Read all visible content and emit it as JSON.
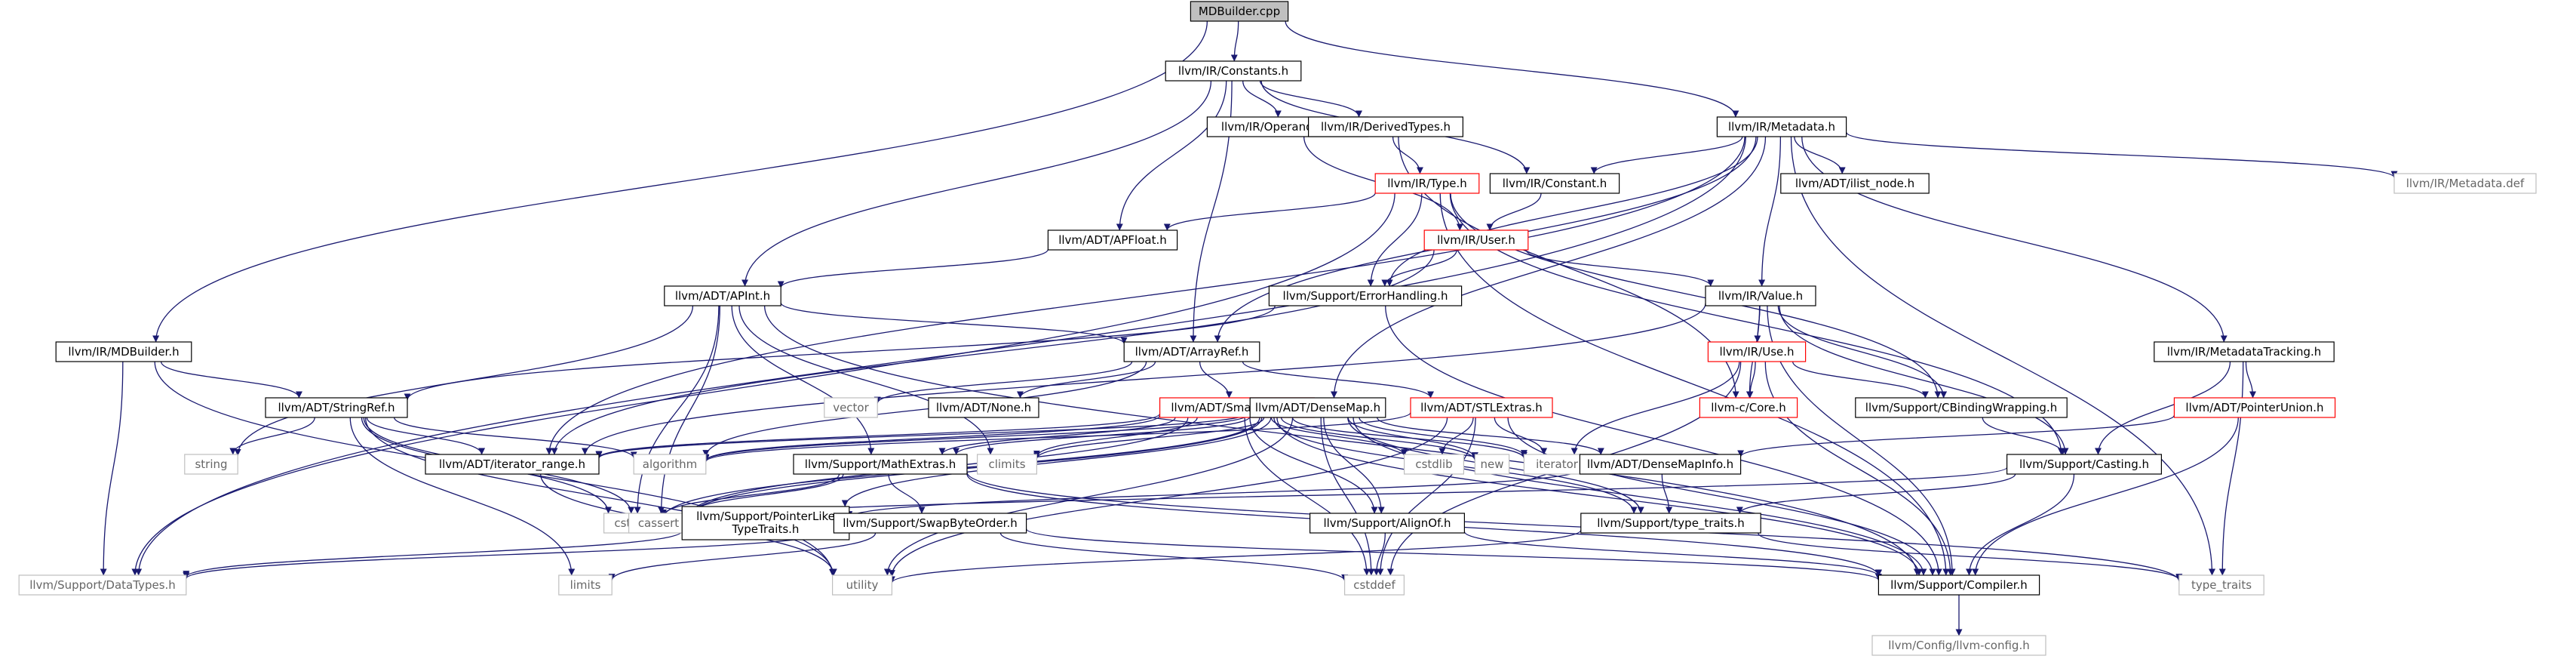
{
  "colors": {
    "edge": "#191970",
    "root_fill": "#bfbfbf",
    "internal_border": "#000000",
    "truncated_border": "#ff0000",
    "system_border": "#bfbfbf",
    "system_text": "#666666"
  },
  "nodes": [
    {
      "id": "mdbuilder_cpp",
      "label": "MDBuilder.cpp",
      "kind": "root"
    },
    {
      "id": "constants_h",
      "label": "llvm/IR/Constants.h",
      "kind": "internal"
    },
    {
      "id": "mdbuilder_h",
      "label": "llvm/IR/MDBuilder.h",
      "kind": "internal"
    },
    {
      "id": "metadata_h",
      "label": "llvm/IR/Metadata.h",
      "kind": "internal"
    },
    {
      "id": "operandtraits_h",
      "label": "llvm/IR/OperandTraits.h",
      "kind": "internal"
    },
    {
      "id": "derivedtypes_h",
      "label": "llvm/IR/DerivedTypes.h",
      "kind": "internal"
    },
    {
      "id": "type_h",
      "label": "llvm/IR/Type.h",
      "kind": "truncated"
    },
    {
      "id": "constant_h",
      "label": "llvm/IR/Constant.h",
      "kind": "internal"
    },
    {
      "id": "ilist_node_h",
      "label": "llvm/ADT/ilist_node.h",
      "kind": "internal"
    },
    {
      "id": "metadata_def",
      "label": "llvm/IR/Metadata.def",
      "kind": "system"
    },
    {
      "id": "apfloat_h",
      "label": "llvm/ADT/APFloat.h",
      "kind": "internal"
    },
    {
      "id": "user_h",
      "label": "llvm/IR/User.h",
      "kind": "truncated"
    },
    {
      "id": "apint_h",
      "label": "llvm/ADT/APInt.h",
      "kind": "internal"
    },
    {
      "id": "errorhandling_h",
      "label": "llvm/Support/ErrorHandling.h",
      "kind": "internal"
    },
    {
      "id": "value_h",
      "label": "llvm/IR/Value.h",
      "kind": "internal"
    },
    {
      "id": "arrayref_h",
      "label": "llvm/ADT/ArrayRef.h",
      "kind": "internal"
    },
    {
      "id": "metadatatracking_h",
      "label": "llvm/IR/MetadataTracking.h",
      "kind": "internal"
    },
    {
      "id": "use_h",
      "label": "llvm/IR/Use.h",
      "kind": "truncated"
    },
    {
      "id": "stringref_h",
      "label": "llvm/ADT/StringRef.h",
      "kind": "internal"
    },
    {
      "id": "vector",
      "label": "vector",
      "kind": "system"
    },
    {
      "id": "none_h",
      "label": "llvm/ADT/None.h",
      "kind": "internal"
    },
    {
      "id": "smallvector_h",
      "label": "llvm/ADT/SmallVector.h",
      "kind": "truncated"
    },
    {
      "id": "densemap_h",
      "label": "llvm/ADT/DenseMap.h",
      "kind": "internal"
    },
    {
      "id": "stlextras_h",
      "label": "llvm/ADT/STLExtras.h",
      "kind": "truncated"
    },
    {
      "id": "core_h",
      "label": "llvm-c/Core.h",
      "kind": "truncated"
    },
    {
      "id": "cbindingwrapping_h",
      "label": "llvm/Support/CBindingWrapping.h",
      "kind": "internal"
    },
    {
      "id": "pointerunion_h",
      "label": "llvm/ADT/PointerUnion.h",
      "kind": "truncated"
    },
    {
      "id": "string",
      "label": "string",
      "kind": "system"
    },
    {
      "id": "iterator_range_h",
      "label": "llvm/ADT/iterator_range.h",
      "kind": "internal"
    },
    {
      "id": "algorithm",
      "label": "algorithm",
      "kind": "system"
    },
    {
      "id": "climits",
      "label": "climits",
      "kind": "system"
    },
    {
      "id": "mathextras_h",
      "label": "llvm/Support/MathExtras.h",
      "kind": "internal"
    },
    {
      "id": "cstdlib",
      "label": "cstdlib",
      "kind": "system"
    },
    {
      "id": "new",
      "label": "new",
      "kind": "system"
    },
    {
      "id": "iterator",
      "label": "iterator",
      "kind": "system"
    },
    {
      "id": "densemapinfo_h",
      "label": "llvm/ADT/DenseMapInfo.h",
      "kind": "internal"
    },
    {
      "id": "casting_h",
      "label": "llvm/Support/Casting.h",
      "kind": "internal"
    },
    {
      "id": "cstring",
      "label": "cstring",
      "kind": "system"
    },
    {
      "id": "cassert",
      "label": "cassert",
      "kind": "system"
    },
    {
      "id": "pointerliketypetraits_h",
      "label": "llvm/Support/PointerLike\nTypeTraits.h",
      "kind": "internal"
    },
    {
      "id": "alignof_h",
      "label": "llvm/Support/AlignOf.h",
      "kind": "internal"
    },
    {
      "id": "type_traits_h",
      "label": "llvm/Support/type_traits.h",
      "kind": "internal"
    },
    {
      "id": "swapbyteorder_h",
      "label": "llvm/Support/SwapByteOrder.h",
      "kind": "internal"
    },
    {
      "id": "datatypes_h",
      "label": "llvm/Support/DataTypes.h",
      "kind": "system"
    },
    {
      "id": "limits",
      "label": "limits",
      "kind": "system"
    },
    {
      "id": "utility",
      "label": "utility",
      "kind": "system"
    },
    {
      "id": "cstddef",
      "label": "cstddef",
      "kind": "system"
    },
    {
      "id": "compiler_h",
      "label": "llvm/Support/Compiler.h",
      "kind": "internal"
    },
    {
      "id": "type_traits",
      "label": "type_traits",
      "kind": "system"
    },
    {
      "id": "llvm_config_h",
      "label": "llvm/Config/llvm-config.h",
      "kind": "system"
    }
  ],
  "edges": [
    [
      "mdbuilder_cpp",
      "constants_h"
    ],
    [
      "mdbuilder_cpp",
      "mdbuilder_h"
    ],
    [
      "mdbuilder_cpp",
      "metadata_h"
    ],
    [
      "constants_h",
      "operandtraits_h"
    ],
    [
      "constants_h",
      "derivedtypes_h"
    ],
    [
      "constants_h",
      "constant_h"
    ],
    [
      "constants_h",
      "apfloat_h"
    ],
    [
      "constants_h",
      "apint_h"
    ],
    [
      "constants_h",
      "arrayref_h"
    ],
    [
      "metadata_h",
      "constant_h"
    ],
    [
      "metadata_h",
      "ilist_node_h"
    ],
    [
      "metadata_h",
      "metadata_def"
    ],
    [
      "metadata_h",
      "value_h"
    ],
    [
      "metadata_h",
      "metadatatracking_h"
    ],
    [
      "metadata_h",
      "errorhandling_h"
    ],
    [
      "metadata_h",
      "arrayref_h"
    ],
    [
      "metadata_h",
      "densemap_h"
    ],
    [
      "metadata_h",
      "iterator_range_h"
    ],
    [
      "metadata_h",
      "datatypes_h"
    ],
    [
      "metadata_h",
      "type_traits"
    ],
    [
      "mdbuilder_h",
      "stringref_h"
    ],
    [
      "mdbuilder_h",
      "datatypes_h"
    ],
    [
      "mdbuilder_h",
      "utility"
    ],
    [
      "operandtraits_h",
      "user_h"
    ],
    [
      "derivedtypes_h",
      "type_h"
    ],
    [
      "derivedtypes_h",
      "core_h"
    ],
    [
      "type_h",
      "apfloat_h"
    ],
    [
      "type_h",
      "errorhandling_h"
    ],
    [
      "type_h",
      "cbindingwrapping_h"
    ],
    [
      "type_h",
      "compiler_h"
    ],
    [
      "type_h",
      "datatypes_h"
    ],
    [
      "type_h",
      "casting_h"
    ],
    [
      "constant_h",
      "user_h"
    ],
    [
      "apfloat_h",
      "apint_h"
    ],
    [
      "user_h",
      "value_h"
    ],
    [
      "user_h",
      "errorhandling_h"
    ],
    [
      "user_h",
      "iterator_range_h"
    ],
    [
      "apint_h",
      "arrayref_h"
    ],
    [
      "apint_h",
      "mathextras_h"
    ],
    [
      "apint_h",
      "climits"
    ],
    [
      "apint_h",
      "cstring"
    ],
    [
      "apint_h",
      "string"
    ],
    [
      "apint_h",
      "compiler_h"
    ],
    [
      "apint_h",
      "cassert"
    ],
    [
      "errorhandling_h",
      "compiler_h"
    ],
    [
      "errorhandling_h",
      "stringref_h"
    ],
    [
      "value_h",
      "use_h"
    ],
    [
      "value_h",
      "core_h"
    ],
    [
      "value_h",
      "cbindingwrapping_h"
    ],
    [
      "value_h",
      "casting_h"
    ],
    [
      "value_h",
      "compiler_h"
    ],
    [
      "value_h",
      "iterator_range_h"
    ],
    [
      "arrayref_h",
      "vector"
    ],
    [
      "arrayref_h",
      "none_h"
    ],
    [
      "arrayref_h",
      "smallvector_h"
    ],
    [
      "arrayref_h",
      "stlextras_h"
    ],
    [
      "arrayref_h",
      "algorithm"
    ],
    [
      "metadatatracking_h",
      "pointerunion_h"
    ],
    [
      "metadatatracking_h",
      "casting_h"
    ],
    [
      "metadatatracking_h",
      "type_traits"
    ],
    [
      "use_h",
      "core_h"
    ],
    [
      "use_h",
      "cbindingwrapping_h"
    ],
    [
      "use_h",
      "compiler_h"
    ],
    [
      "use_h",
      "cstddef"
    ],
    [
      "use_h",
      "iterator"
    ],
    [
      "stringref_h",
      "string"
    ],
    [
      "stringref_h",
      "algorithm"
    ],
    [
      "stringref_h",
      "cassert"
    ],
    [
      "stringref_h",
      "cstring"
    ],
    [
      "stringref_h",
      "limits"
    ],
    [
      "stringref_h",
      "utility"
    ],
    [
      "stringref_h",
      "iterator_range_h"
    ],
    [
      "smallvector_h",
      "algorithm"
    ],
    [
      "smallvector_h",
      "mathextras_h"
    ],
    [
      "smallvector_h",
      "cstdlib"
    ],
    [
      "smallvector_h",
      "new"
    ],
    [
      "smallvector_h",
      "iterator"
    ],
    [
      "smallvector_h",
      "alignof_h"
    ],
    [
      "smallvector_h",
      "type_traits_h"
    ],
    [
      "smallvector_h",
      "compiler_h"
    ],
    [
      "smallvector_h",
      "cstddef"
    ],
    [
      "smallvector_h",
      "cassert"
    ],
    [
      "smallvector_h",
      "climits"
    ],
    [
      "smallvector_h",
      "iterator_range_h"
    ],
    [
      "densemap_h",
      "densemapinfo_h"
    ],
    [
      "densemap_h",
      "mathextras_h"
    ],
    [
      "densemap_h",
      "alignof_h"
    ],
    [
      "densemap_h",
      "type_traits_h"
    ],
    [
      "densemap_h",
      "compiler_h"
    ],
    [
      "densemap_h",
      "pointerliketypetraits_h"
    ],
    [
      "densemap_h",
      "algorithm"
    ],
    [
      "densemap_h",
      "cassert"
    ],
    [
      "densemap_h",
      "climits"
    ],
    [
      "densemap_h",
      "cstddef"
    ],
    [
      "densemap_h",
      "cstring"
    ],
    [
      "densemap_h",
      "iterator"
    ],
    [
      "densemap_h",
      "new"
    ],
    [
      "densemap_h",
      "utility"
    ],
    [
      "densemap_h",
      "iterator_range_h"
    ],
    [
      "stlextras_h",
      "compiler_h"
    ],
    [
      "stlextras_h",
      "cstddef"
    ],
    [
      "stlextras_h",
      "cstdlib"
    ],
    [
      "stlextras_h",
      "iterator"
    ],
    [
      "stlextras_h",
      "utility"
    ],
    [
      "stlextras_h",
      "algorithm"
    ],
    [
      "pointerunion_h",
      "densemapinfo_h"
    ],
    [
      "pointerunion_h",
      "compiler_h"
    ],
    [
      "cbindingwrapping_h",
      "casting_h"
    ],
    [
      "iterator_range_h",
      "utility"
    ],
    [
      "mathextras_h",
      "swapbyteorder_h"
    ],
    [
      "mathextras_h",
      "compiler_h"
    ],
    [
      "mathextras_h",
      "cassert"
    ],
    [
      "mathextras_h",
      "cstring"
    ],
    [
      "mathextras_h",
      "type_traits"
    ],
    [
      "densemapinfo_h",
      "pointerliketypetraits_h"
    ],
    [
      "densemapinfo_h",
      "type_traits_h"
    ],
    [
      "casting_h",
      "compiler_h"
    ],
    [
      "casting_h",
      "type_traits_h"
    ],
    [
      "casting_h",
      "cassert"
    ],
    [
      "pointerliketypetraits_h",
      "datatypes_h"
    ],
    [
      "alignof_h",
      "compiler_h"
    ],
    [
      "alignof_h",
      "cstddef"
    ],
    [
      "type_traits_h",
      "utility"
    ],
    [
      "type_traits_h",
      "type_traits"
    ],
    [
      "swapbyteorder_h",
      "compiler_h"
    ],
    [
      "swapbyteorder_h",
      "datatypes_h"
    ],
    [
      "swapbyteorder_h",
      "cstddef"
    ],
    [
      "swapbyteorder_h",
      "limits"
    ],
    [
      "compiler_h",
      "llvm_config_h"
    ]
  ]
}
